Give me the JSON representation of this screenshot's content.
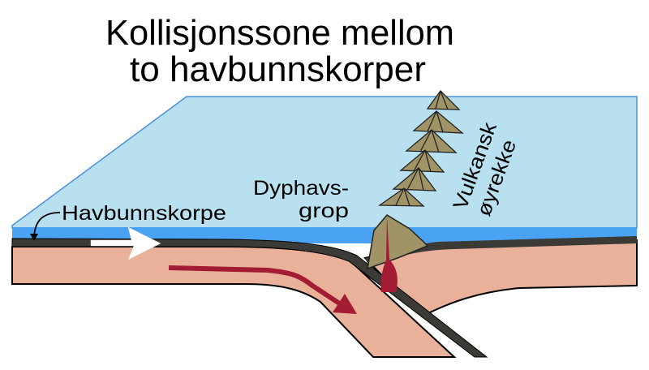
{
  "title": {
    "line1": "Kollisjonssone mellom",
    "line2": "to havbunnskorper"
  },
  "labels": {
    "oceanic_crust": "Havbunnskorpe",
    "trench_line1": "Dyphavs-",
    "trench_line2": "grop",
    "arc_line1": "Vulkansk",
    "arc_line2": "øyrekke"
  },
  "colors": {
    "sky": "#b9e0ef",
    "sea": "#4aa3f2",
    "crust": "#3b3a36",
    "mantle": "#e9b19a",
    "magma": "#a31c34",
    "volcano": "#a09467",
    "arrow_plate": "#ffffff"
  }
}
